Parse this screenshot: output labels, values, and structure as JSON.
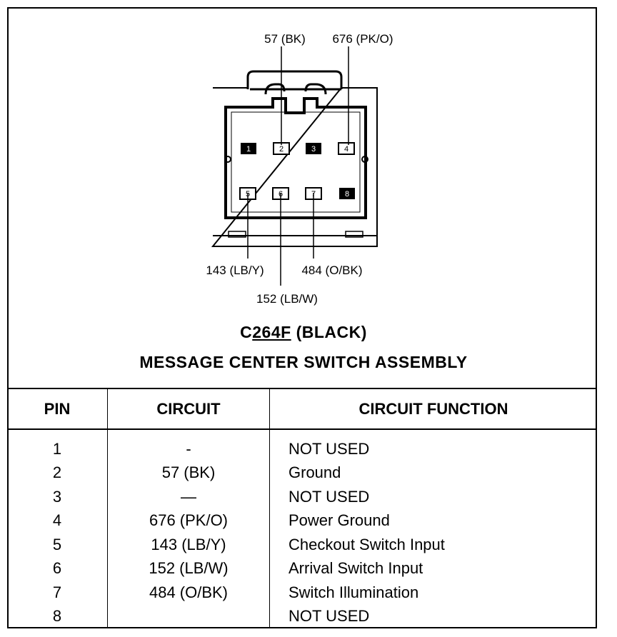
{
  "connector": {
    "id_prefix": "C",
    "id_underlined": "264F",
    "color": "(BLACK)",
    "assembly": "MESSAGE CENTER SWITCH ASSEMBLY"
  },
  "callouts": {
    "pin2": "57 (BK)",
    "pin4": "676 (PK/O)",
    "pin5": "143 (LB/Y)",
    "pin6": "152 (LB/W)",
    "pin7": "484 (O/BK)"
  },
  "pins": [
    "1",
    "2",
    "3",
    "4",
    "5",
    "6",
    "7",
    "8"
  ],
  "table": {
    "headers": [
      "PIN",
      "CIRCUIT",
      "CIRCUIT FUNCTION"
    ],
    "rows": [
      {
        "pin": "1",
        "circuit": "-",
        "function": "NOT USED"
      },
      {
        "pin": "2",
        "circuit": "57 (BK)",
        "function": "Ground"
      },
      {
        "pin": "3",
        "circuit": "—",
        "function": "NOT USED"
      },
      {
        "pin": "4",
        "circuit": "676 (PK/O)",
        "function": "Power Ground"
      },
      {
        "pin": "5",
        "circuit": "143 (LB/Y)",
        "function": "Checkout Switch Input"
      },
      {
        "pin": "6",
        "circuit": "152 (LB/W)",
        "function": "Arrival Switch Input"
      },
      {
        "pin": "7",
        "circuit": "484 (O/BK)",
        "function": "Switch Illumination"
      },
      {
        "pin": "8",
        "circuit": "",
        "function": "NOT USED"
      }
    ]
  }
}
